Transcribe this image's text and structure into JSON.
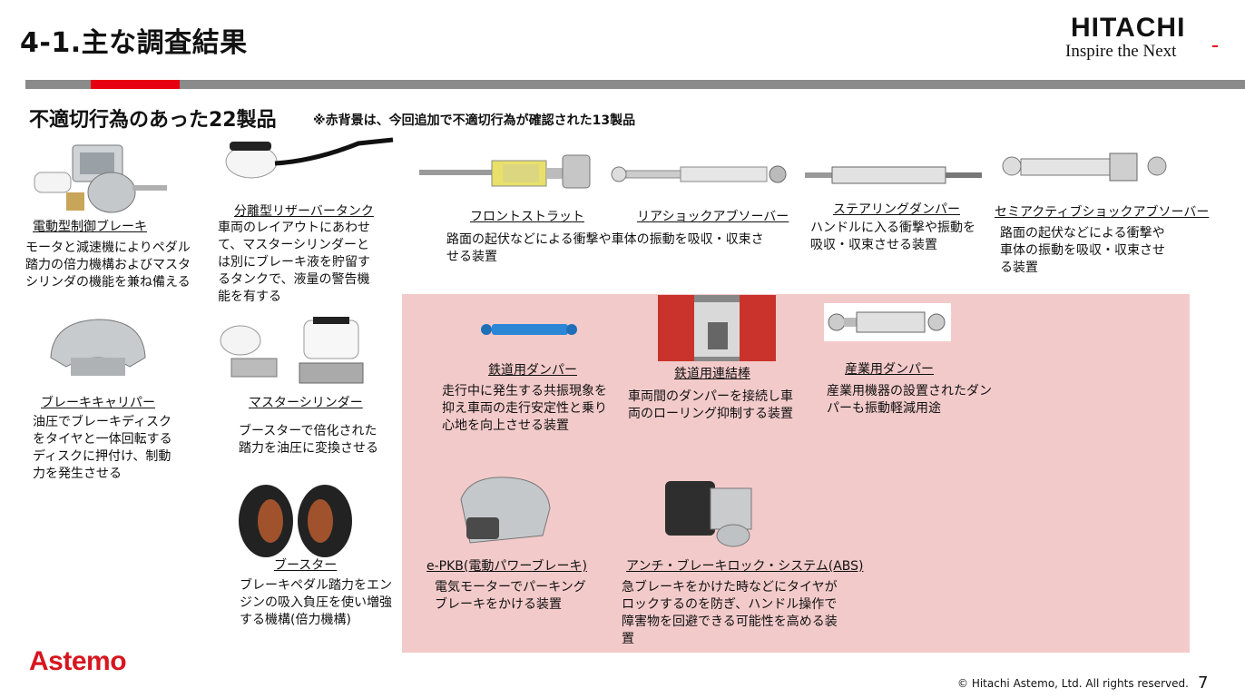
{
  "header": {
    "title": "4-1.主な調査結果",
    "brand": "HITACHI",
    "tagline": "Inspire the Next"
  },
  "section": {
    "title": "不適切行為のあった22製品",
    "note": "※赤背景は、今回追加で不適切行為が確認された13製品"
  },
  "products": [
    {
      "id": "e-brake",
      "label": "電動型制御ブレーキ",
      "desc": "モータと減速機によりペダル踏力の倍力機構およびマスタシリンダの機能を兼ね備える",
      "icon": "electric-brake-unit-icon"
    },
    {
      "id": "reservoir",
      "label": "分離型リザーバータンク",
      "desc": "車両のレイアウトにあわせて、マスターシリンダーとは別にブレーキ液を貯留するタンクで、液量の警告機能を有する",
      "icon": "reservoir-tank-icon"
    },
    {
      "id": "front-strut",
      "label": "フロントストラット",
      "desc": "",
      "icon": "front-strut-icon"
    },
    {
      "id": "rear-absorber",
      "label": "リアショックアブソーバー",
      "desc": "",
      "icon": "rear-shock-absorber-icon"
    },
    {
      "id": "strut-absorber-shared",
      "label": "",
      "desc": "路面の起伏などによる衝撃や車体の振動を吸収・収束させる装置",
      "icon": ""
    },
    {
      "id": "steering-damper",
      "label": "ステアリングダンパー",
      "desc": "ハンドルに入る衝撃や振動を吸収・収束させる装置",
      "icon": "steering-damper-icon"
    },
    {
      "id": "semi-active",
      "label": "セミアクティブショックアブソーバー",
      "desc": "路面の起伏などによる衝撃や車体の振動を吸収・収束させる装置",
      "icon": "semi-active-absorber-icon"
    },
    {
      "id": "caliper",
      "label": "ブレーキキャリパー",
      "desc": "油圧でブレーキディスクをタイヤと一体回転するディスクに押付け、制動力を発生させる",
      "icon": "brake-caliper-icon"
    },
    {
      "id": "master-cyl",
      "label": "マスターシリンダー",
      "desc": "ブースターで倍化された踏力を油圧に変換させる",
      "icon": "master-cylinder-icon"
    },
    {
      "id": "booster",
      "label": "ブースター",
      "desc": "ブレーキペダル踏力をエンジンの吸入負圧を使い増強する機構(倍力機構)",
      "icon": "booster-icon"
    },
    {
      "id": "rail-damper",
      "label": "鉄道用ダンパー",
      "desc": "走行中に発生する共振現象を抑え車両の走行安定性と乗り心地を向上させる装置",
      "icon": "rail-damper-icon"
    },
    {
      "id": "rail-coupler",
      "label": "鉄道用連結棒",
      "desc": "車両間のダンパーを接続し車両のローリング抑制する装置",
      "icon": "rail-coupler-icon"
    },
    {
      "id": "industrial-damper",
      "label": "産業用ダンパー",
      "desc": "産業用機器の設置されたダンパーも振動軽減用途",
      "icon": "industrial-damper-icon"
    },
    {
      "id": "epkb",
      "label": "e-PKB(電動パワーブレーキ)",
      "desc": "電気モーターでパーキングブレーキをかける装置",
      "icon": "epkb-caliper-icon"
    },
    {
      "id": "abs",
      "label": "アンチ・ブレーキロック・システム(ABS)",
      "desc": "急ブレーキをかけた時などにタイヤがロックするのを防ぎ、ハンドル操作で障害物を回避できる可能性を高める装置",
      "icon": "abs-unit-icon"
    }
  ],
  "footer": {
    "brand": "Astemo",
    "copyright": "© Hitachi Astemo, Ltd. All rights reserved.",
    "page": "7"
  },
  "colors": {
    "accent": "#e60012",
    "pink": "#f3caca",
    "bar": "#8a8a8a",
    "astemo": "#d7161f"
  }
}
